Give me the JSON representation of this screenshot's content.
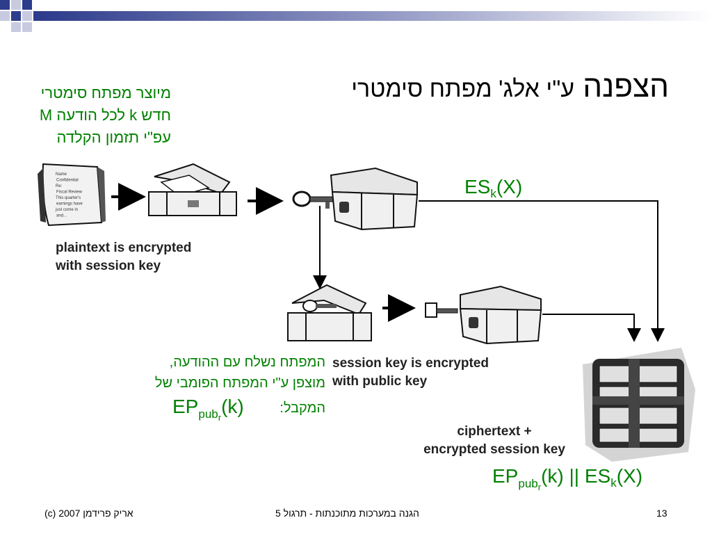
{
  "title": {
    "main": "הצפנה",
    "sub": "ע\"י אלג' מפתח סימטרי"
  },
  "note_generator": {
    "line1": "מיוצר מפתח סימטרי",
    "line2": "חדש k לכל הודעה M",
    "line3": "עפ\"י תזמון הקלדה"
  },
  "note_key_sent": {
    "line1": "המפתח נשלח עם ההודעה,",
    "line2": "מוצפן ע\"י המפתח הפומבי של",
    "line3": "המקבל:"
  },
  "diagram": {
    "label_plaintext": {
      "line1": "plaintext is encrypted",
      "line2": "with session key"
    },
    "label_session": {
      "line1": "session key is encrypted",
      "line2": "with public key"
    },
    "label_cipher": {
      "line1": "ciphertext +",
      "line2": "encrypted session key"
    },
    "es_label": {
      "base": "ES",
      "sub": "k",
      "arg": "(X)"
    },
    "ep_label": {
      "base": "EP",
      "sub": "pub",
      "subsub": "r",
      "arg": "(k)"
    },
    "combined_label": {
      "base1": "EP",
      "sub1": "pub",
      "subsub1": "r",
      "arg1": "(k) || ",
      "base2": "ES",
      "sub2": "k",
      "arg2": "(X)"
    },
    "document_text": [
      "Name",
      "Confidential",
      "Re:",
      "Fiscal Review",
      "This quarter's",
      "earnings have",
      "just come in",
      "and..."
    ],
    "colors": {
      "green": "#008000",
      "accent_blue": "#2e3c8c",
      "arrow": "#000000"
    }
  },
  "footer": {
    "author": "אריק פרידמן 2007 (c)",
    "course": "הגנה במערכות מתוכנתות - תרגול 5",
    "page": "13"
  }
}
